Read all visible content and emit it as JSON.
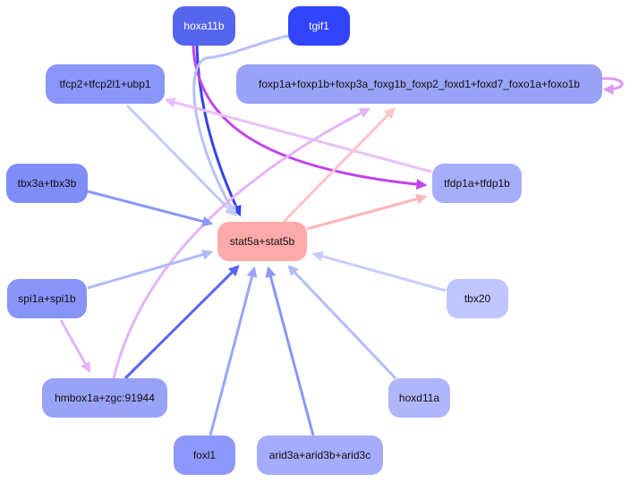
{
  "graph": {
    "nodes": [
      {
        "id": "hoxa11b",
        "label": "hoxa11b",
        "color": "#5566ee",
        "text_color": "#ffffff"
      },
      {
        "id": "tgif1",
        "label": "tgif1",
        "color": "#3344ff",
        "text_color": "#ffffff"
      },
      {
        "id": "tfcp2",
        "label": "tfcp2+tfcp2l1+ubp1",
        "color": "#8a96fa",
        "text_color": "#111111"
      },
      {
        "id": "foxp",
        "label": "foxp1a+foxp1b+foxp3a_foxg1b_foxp2_foxd1+foxd7_foxo1a+foxo1b",
        "color": "#98a2f6",
        "text_color": "#111111"
      },
      {
        "id": "tbx3",
        "label": "tbx3a+tbx3b",
        "color": "#7f8df8",
        "text_color": "#111111"
      },
      {
        "id": "tfdp1",
        "label": "tfdp1a+tfdp1b",
        "color": "#a6aefa",
        "text_color": "#111111"
      },
      {
        "id": "stat5",
        "label": "stat5a+stat5b",
        "color": "#ffaaaa",
        "text_color": "#111111"
      },
      {
        "id": "spi1",
        "label": "spi1a+spi1b",
        "color": "#8894f7",
        "text_color": "#111111"
      },
      {
        "id": "tbx20",
        "label": "tbx20",
        "color": "#c0c6fd",
        "text_color": "#111111"
      },
      {
        "id": "hmbox1a",
        "label": "hmbox1a+zgc:91944",
        "color": "#98a2f6",
        "text_color": "#111111"
      },
      {
        "id": "hoxd11a",
        "label": "hoxd11a",
        "color": "#b0b6fa",
        "text_color": "#111111"
      },
      {
        "id": "foxl1",
        "label": "foxl1",
        "color": "#8e98fa",
        "text_color": "#111111"
      },
      {
        "id": "arid3",
        "label": "arid3a+arid3b+arid3c",
        "color": "#a4acfb",
        "text_color": "#111111"
      }
    ],
    "edges": [
      {
        "from": "hoxa11b",
        "to": "stat5",
        "color": "#3344ee"
      },
      {
        "from": "hoxa11b",
        "to": "tfdp1",
        "color": "#c044ee"
      },
      {
        "from": "tgif1",
        "to": "stat5",
        "color": "#b8c0fa"
      },
      {
        "from": "tfcp2",
        "to": "stat5",
        "color": "#c4caf8"
      },
      {
        "from": "tfdp1",
        "to": "tfcp2",
        "color": "#e8c0f8"
      },
      {
        "from": "stat5",
        "to": "foxp",
        "color": "#ffc4c4"
      },
      {
        "from": "stat5",
        "to": "tfdp1",
        "color": "#ffb4b4"
      },
      {
        "from": "hmbox1a",
        "to": "foxp",
        "color": "#e4b4f8"
      },
      {
        "from": "foxp",
        "to": "foxp",
        "color": "#dd99f0"
      },
      {
        "from": "tbx3",
        "to": "stat5",
        "color": "#8a98f4"
      },
      {
        "from": "spi1",
        "to": "stat5",
        "color": "#b0baf8"
      },
      {
        "from": "spi1",
        "to": "hmbox1a",
        "color": "#e4b4f8"
      },
      {
        "from": "hmbox1a",
        "to": "stat5",
        "color": "#5566ee"
      },
      {
        "from": "tbx20",
        "to": "stat5",
        "color": "#c8ccfc"
      },
      {
        "from": "hoxd11a",
        "to": "stat5",
        "color": "#b4bcfa"
      },
      {
        "from": "foxl1",
        "to": "stat5",
        "color": "#9aa4f8"
      },
      {
        "from": "arid3",
        "to": "stat5",
        "color": "#8a96f4"
      }
    ]
  }
}
